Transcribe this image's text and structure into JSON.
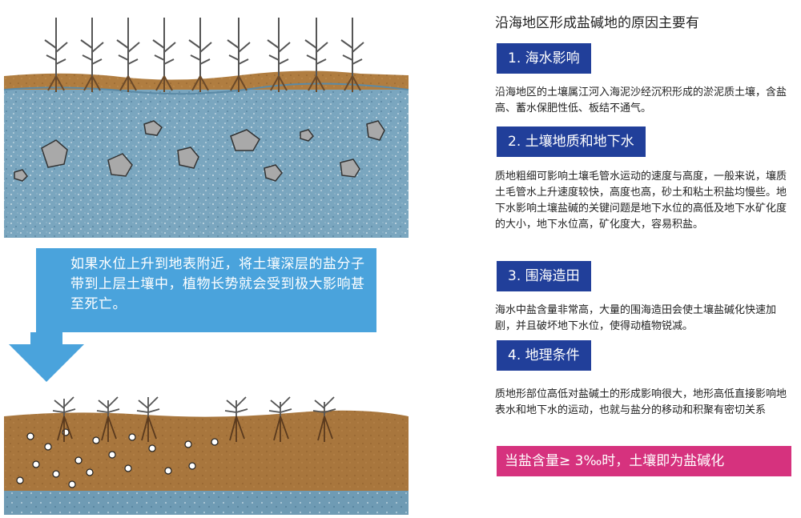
{
  "colors": {
    "label_bg": "#213f9a",
    "highlight_bg": "#d6327e",
    "callout_bg": "#4aa3dc",
    "soil_brown": "#a8763d",
    "water_blue": "#6f9bb4"
  },
  "callout_text": "如果水位上升到地表附近，将土壤深层的盐分子带到上层土壤中，植物长势就会受到极大影响甚至死亡。",
  "right": {
    "title": "沿海地区形成盐碱地的原因主要有",
    "causes": [
      {
        "label": "1. 海水影响",
        "desc": "沿海地区的土壤属江河入海泥沙经沉积形成的淤泥质土壤，含盐高、蓄水保肥性低、板结不通气。"
      },
      {
        "label": "2. 土壤地质和地下水",
        "desc": "质地粗细可影响土壤毛管水运动的速度与高度，一般来说，壤质土毛管水上升速度较快，高度也高，砂土和粘土积盐均慢些。地下水影响土壤盐碱的关键问题是地下水位的高低及地下水矿化度的大小，地下水位高，矿化度大，容易积盐。"
      },
      {
        "label": "3. 围海造田",
        "desc": "海水中盐含量非常高，大量的围海造田会使土壤盐碱化快速加剧，并且破坏地下水位，使得动植物锐减。"
      },
      {
        "label": "4. 地理条件",
        "desc": "质地形部位高低对盐碱土的形成影响很大，地形高低直接影响地表水和地下水的运动，也就与盐分的移动和积聚有密切关系"
      }
    ],
    "highlight": "当盐含量≥ 3‰时，土壤即为盐碱化"
  }
}
